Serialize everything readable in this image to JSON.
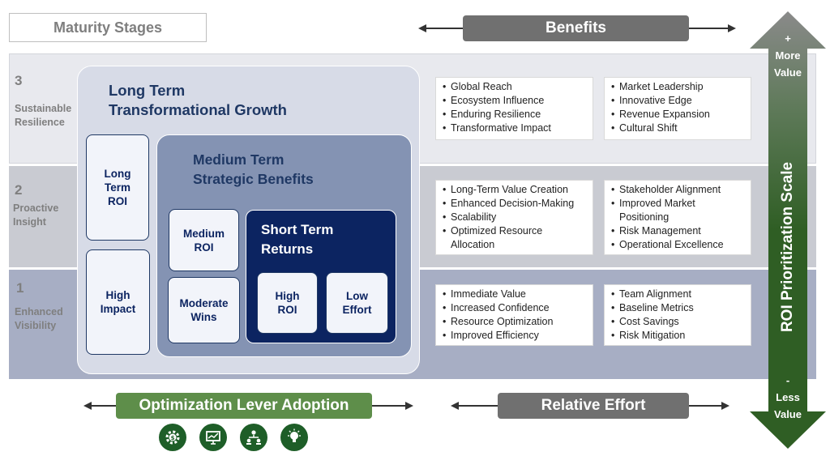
{
  "header": {
    "maturity_stages": "Maturity Stages",
    "benefits": "Benefits"
  },
  "stages": [
    {
      "number": "3",
      "name_line1": "Sustainable",
      "name_line2": "Resilience"
    },
    {
      "number": "2",
      "name_line1": "Proactive",
      "name_line2": "Insight"
    },
    {
      "number": "1",
      "name_line1": "Enhanced",
      "name_line2": "Visibility"
    }
  ],
  "long_term": {
    "title_line1": "Long Term",
    "title_line2": "Transformational Growth",
    "card_roi": [
      "Long",
      "Term",
      "ROI"
    ],
    "card_impact": [
      "High",
      "Impact"
    ]
  },
  "medium_term": {
    "title_line1": "Medium Term",
    "title_line2": "Strategic Benefits",
    "card_roi": [
      "Medium",
      "ROI"
    ],
    "card_wins": [
      "Moderate",
      "Wins"
    ]
  },
  "short_term": {
    "title_line1": "Short Term",
    "title_line2": "Returns",
    "card_roi": [
      "High",
      "ROI"
    ],
    "card_effort": [
      "Low",
      "Effort"
    ]
  },
  "benefits": {
    "stage3_left": [
      "Global Reach",
      "Ecosystem Influence",
      "Enduring Resilience",
      "Transformative Impact"
    ],
    "stage3_right": [
      "Market Leadership",
      "Innovative Edge",
      "Revenue Expansion",
      "Cultural Shift"
    ],
    "stage2_left": [
      "Long-Term Value Creation",
      "Enhanced Decision-Making",
      "Scalability",
      "Optimized Resource Allocation"
    ],
    "stage2_right": [
      "Stakeholder Alignment",
      "Improved Market Positioning",
      "Risk Management",
      "Operational Excellence"
    ],
    "stage1_left": [
      "Immediate Value",
      "Increased Confidence",
      "Resource Optimization",
      "Improved Efficiency"
    ],
    "stage1_right": [
      "Team Alignment",
      "Baseline Metrics",
      "Cost Savings",
      "Risk Mitigation"
    ]
  },
  "scale": {
    "plus": "+",
    "more": "More",
    "value_top": "Value",
    "title": "ROI Prioritization Scale",
    "minus": "-",
    "less": "Less",
    "value_bottom": "Value",
    "color_top": "#8a8a8a",
    "color_bottom": "#2f5e24"
  },
  "footer": {
    "optimization": "Optimization Lever Adoption",
    "effort": "Relative Effort",
    "icons": [
      "gear-dollar-icon",
      "presentation-chart-icon",
      "team-hierarchy-icon",
      "lightbulb-icon"
    ]
  }
}
